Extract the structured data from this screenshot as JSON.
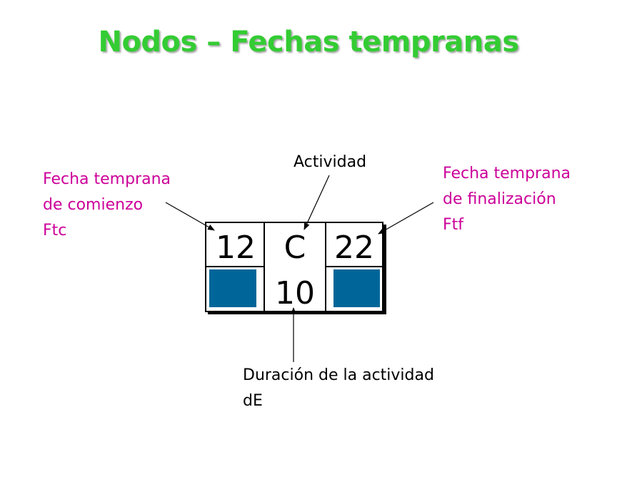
{
  "title": "Nodos – Fechas tempranas",
  "colors": {
    "title": "#33cc33",
    "label_magenta": "#cc0099",
    "fill_blue": "#006699"
  },
  "node": {
    "early_start": "12",
    "activity": "C",
    "duration": "10",
    "early_finish": "22"
  },
  "labels": {
    "early_start": [
      "Fecha temprana",
      "de comienzo",
      "Ftc"
    ],
    "activity": "Actividad",
    "early_finish": [
      "Fecha temprana",
      "de finalización",
      "Ftf"
    ],
    "duration": [
      "Duración de la actividad",
      "dE"
    ]
  }
}
